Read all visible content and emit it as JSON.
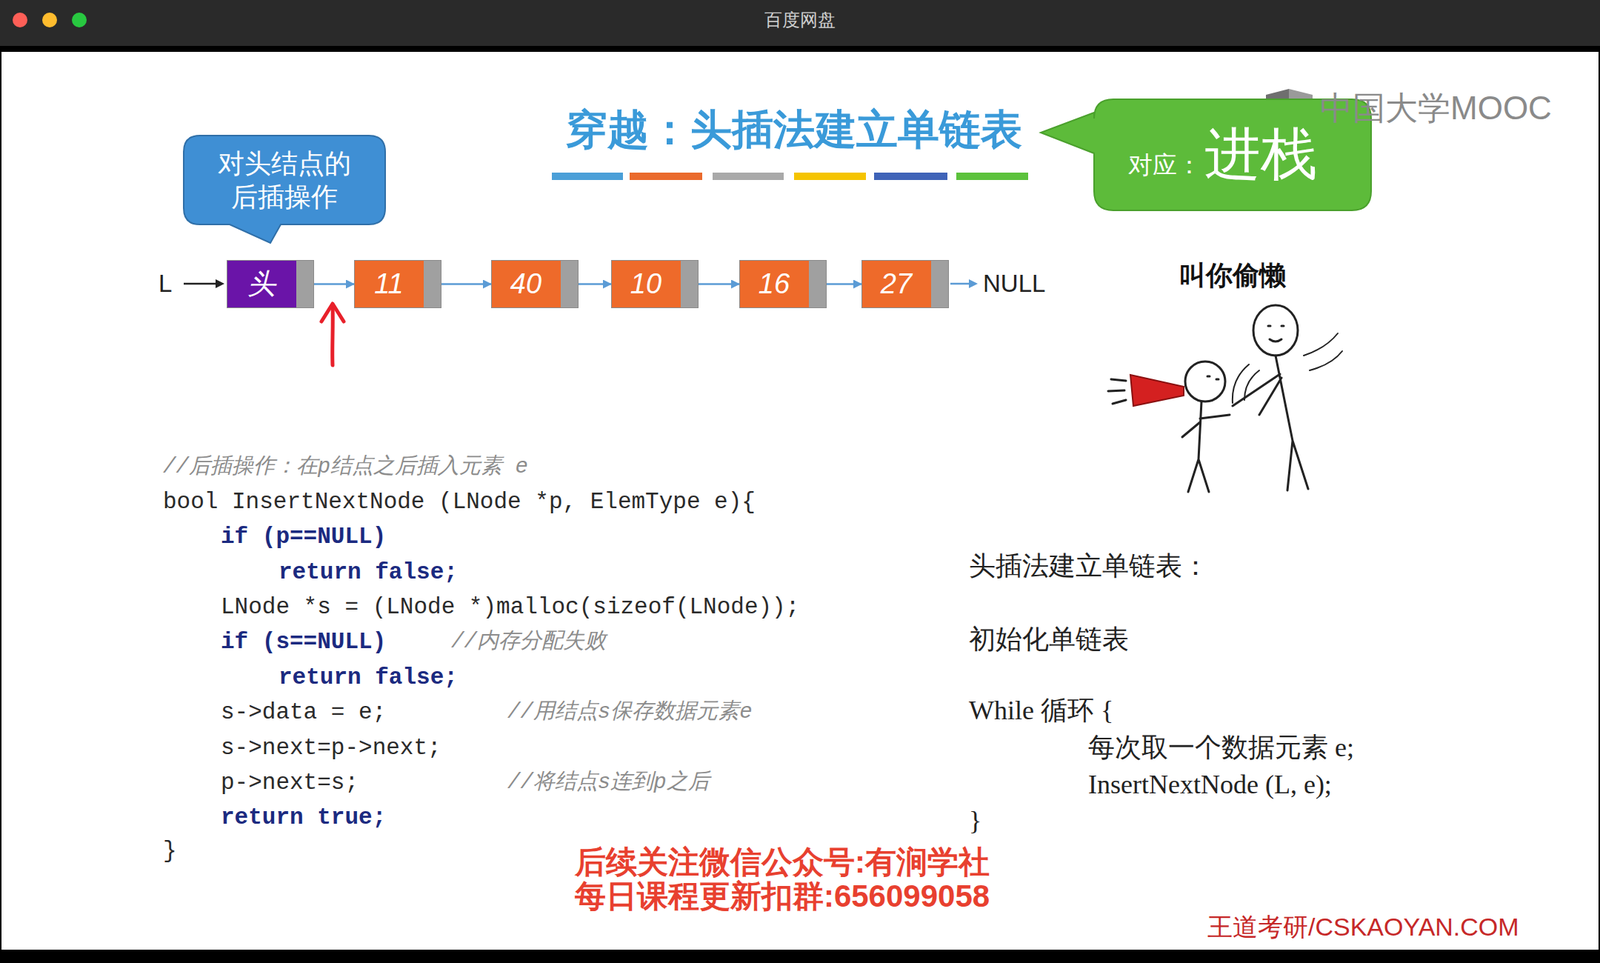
{
  "diagram": {
    "title": "穿越：头插法建立单链表",
    "nodes": [
      {
        "text": [
          "对头结点的 后插操作"
        ]
      },
      {
        "text": [
          "对应：",
          "进栈"
        ]
      },
      {
        "text": [
          "头"
        ]
      },
      {
        "text": [
          "11"
        ]
      },
      {
        "text": [
          "40"
        ]
      },
      {
        "text": [
          "10"
        ]
      },
      {
        "text": [
          "16"
        ]
      },
      {
        "text": [
          "27"
        ]
      }
    ],
    "edges": [
      {
        "from": 2,
        "to": 3,
        "arrow": "to"
      },
      {
        "from": 3,
        "to": 4,
        "arrow": "to"
      },
      {
        "from": 4,
        "to": 5,
        "arrow": "to"
      },
      {
        "from": 5,
        "to": 6,
        "arrow": "to"
      },
      {
        "from": 6,
        "to": 7,
        "arrow": "to"
      }
    ],
    "labels": [
      "百度网盘",
      "中国大学MOOC",
      "L",
      "NULL",
      "叫你偷懒",
      "//后插操作：在p结点之后插入元素 e",
      "bool InsertNextNode (LNode *p, ElemType e){",
      "if (p==NULL)",
      "return false;",
      "LNode *s = (LNode *)malloc(sizeof(LNode));",
      "if (s==NULL)",
      "//内存分配失败",
      "return false;",
      "s->data = e;",
      "//用结点s保存数据元素e",
      "s->next=p->next;",
      "p->next=s;",
      "//将结点s连到p之后",
      "return true;",
      "}",
      "头插法建立单链表：",
      "初始化单链表",
      "While 循环 {",
      "每次取一个数据元素 e;",
      "InsertNextNode (L, e);",
      "}",
      "后续关注微信公众号:有涧学社",
      "每日课程更新扣群:656099058",
      "王道考研/CSKAOYAN.COM"
    ]
  }
}
